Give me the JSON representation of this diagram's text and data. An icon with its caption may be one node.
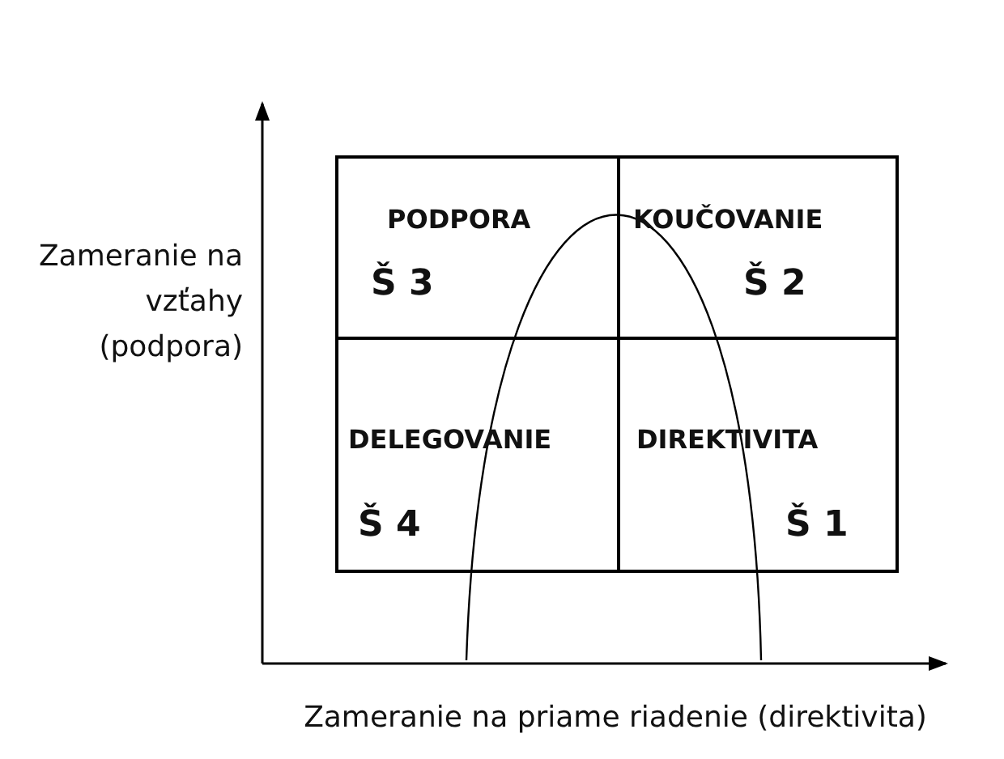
{
  "diagram": {
    "nodes": [
      {
        "text": [
          "PODPORA",
          "Š 3"
        ]
      },
      {
        "text": [
          "KOUČOVANIE",
          "Š 2"
        ]
      },
      {
        "text": [
          "DELEGOVANIE",
          "Š 4"
        ]
      },
      {
        "text": [
          "DIREKTIVITA",
          "Š 1"
        ]
      }
    ],
    "labels": [
      "Zameranie na vzťahy (podpora)",
      "Zameranie na priame riadenie (direktivita)"
    ]
  }
}
